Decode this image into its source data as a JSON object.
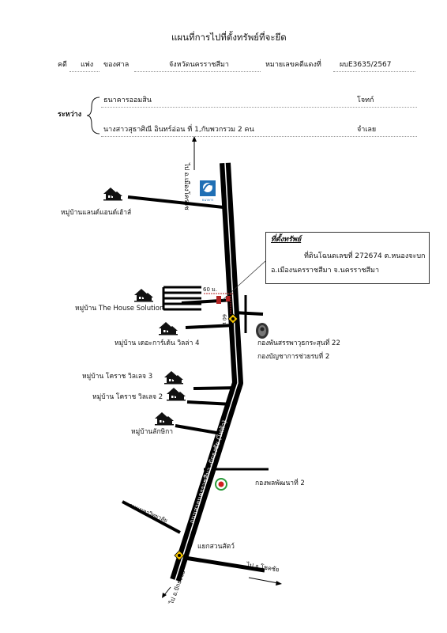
{
  "header": {
    "title": "แผนที่การไปที่ตั้งทรัพย์ที่จะยึด",
    "case_label": "คดี",
    "case_type": "แพ่ง",
    "court_label": "ของศาล",
    "court_name": "จังหวัดนครราชสีมา",
    "red_case_label": "หมายเลขคดีแดงที่",
    "red_case_number": "ผบE3635/2567"
  },
  "parties": {
    "between_label": "ระหว่าง",
    "plaintiff_name": "ธนาคารออมสิน",
    "plaintiff_role": "โจทก์",
    "defendant_name": "นางสาวสุธาศิณี อินทร์อ่อน ที่ 1,กับพวกรวม 2 คน",
    "defendant_role": "จำเลย"
  },
  "property_box": {
    "heading": "ที่ตั้งทรัพย์",
    "line1": "ที่ดินโฉนดเลขที่ 272674 ต.หนองจะบก",
    "line2": "อ.เมืองนครราชสีมา จ.นครราชสีมา"
  },
  "map": {
    "dir_north": "ไป อ.เมืองโคราช",
    "dir_east": "ไป อ.โชคชัย",
    "dir_south": "ไป อ.ปักธงชัย",
    "main_road": "ถนนสายนครราชสีมา -ปักธงชัย (ไฟฟ้า)",
    "side_road": "ถนนมหาวิทยาลัย",
    "junction": "แยกสวนสัตว์",
    "dist_60m_h": "60 ม.",
    "dist_60m_v": "60 ม.",
    "bank_logo_text": "ธนาคาร",
    "villages": [
      "หมู่บ้านแลนด์แอนด์เฮ้าส์",
      "หมู่บ้าน The House Solution",
      "หมู่บ้าน เดอะการ์เด้น วิลล่า 4",
      "หมู่บ้าน โคราช วิลเลจ 3",
      "หมู่บ้าน โคราช วิลเลจ 2",
      "หมู่บ้านลักษิกา"
    ],
    "military": [
      "กองพันสรรพาวุธกระสุนที่ 22",
      "กองบัญชาการช่วยรบที่ 2",
      "กองพลพัฒนาที่ 2"
    ]
  },
  "colors": {
    "road": "#000000",
    "property_marker": "#b22222",
    "signal": "#f2c200",
    "bank_logo": "#1f6fb5"
  },
  "icons": [
    "house-icon",
    "bank-logo-icon",
    "military-emblem-icon",
    "army-emblem-icon",
    "traffic-light-icon",
    "arrow-icon"
  ]
}
